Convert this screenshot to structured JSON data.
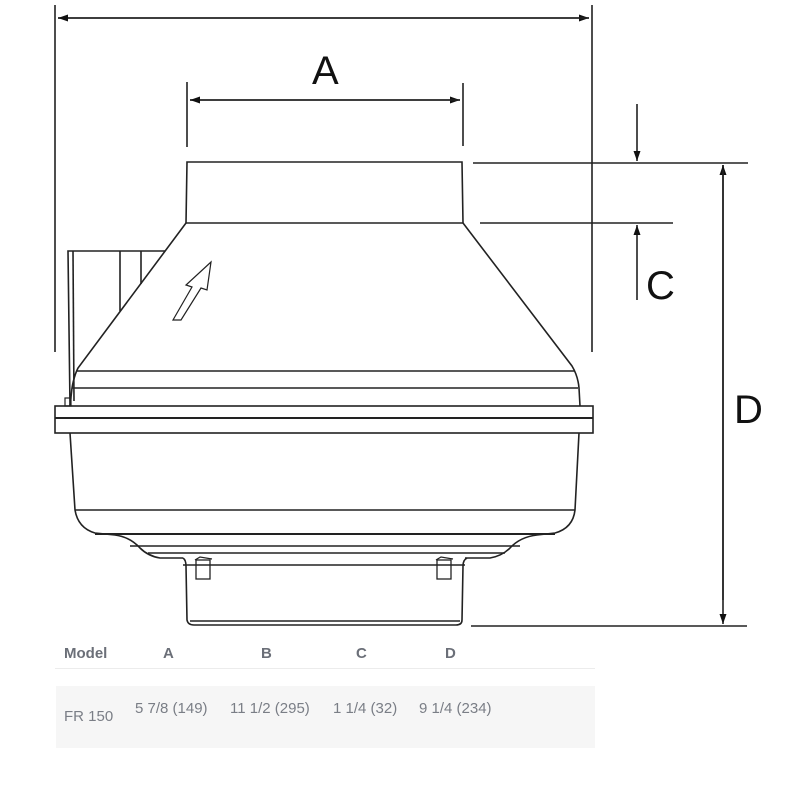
{
  "diagram": {
    "title": "Inline duct fan dimension drawing",
    "labels": {
      "A": "A",
      "C": "C",
      "D": "D"
    },
    "airflow_arrow": "airflow-direction-arrow",
    "colors": {
      "line": "#222222",
      "background": "#ffffff"
    }
  },
  "table": {
    "headers": [
      "Model",
      "A",
      "B",
      "C",
      "D"
    ],
    "rows": [
      {
        "model": "FR 150",
        "A": "5 7/8 (149)",
        "B": "11 1/2 (295)",
        "C": "1 1/4 (32)",
        "D": "9 1/4 (234)"
      }
    ],
    "colors": {
      "header_text": "#6b6f78",
      "cell_text": "#7a7e86",
      "row_bg": "#f6f6f6",
      "divider": "#ececec"
    }
  }
}
